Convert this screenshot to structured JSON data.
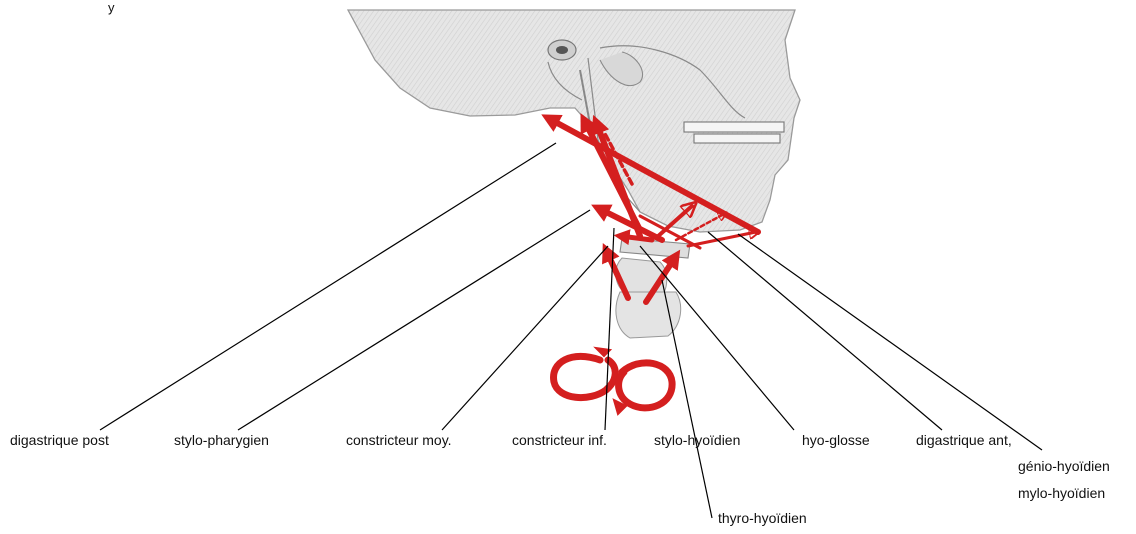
{
  "labels": {
    "top_fragment": "y",
    "digastrique_post": "digastrique post",
    "stylo_pharygien": "stylo-pharygien",
    "constricteur_moy": "constricteur moy.",
    "constricteur_inf": "constricteur inf.",
    "stylo_hyoidien": "stylo-hyoïdien",
    "hyo_glosse": "hyo-glosse",
    "digastrique_ant": "digastrique ant,",
    "genio_hyoidien": "génio-hyoïdien",
    "mylo_hyoidien": "mylo-hyoïdien",
    "thyro_hyoidien": "thyro-hyoïdien"
  },
  "colors": {
    "muscle_arrow": "#d41f1f",
    "muscle_arrow_dark": "#9e1010",
    "bone_fill": "#e4e4e4",
    "bone_outline": "#8a8a8a",
    "leader_line": "#000000"
  }
}
